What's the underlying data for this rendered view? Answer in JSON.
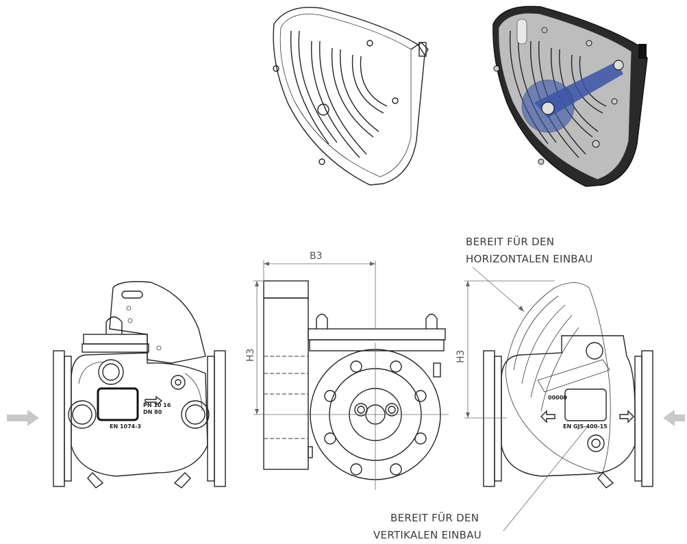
{
  "labels": {
    "horizontal_line1": "BEREIT FÜR DEN",
    "horizontal_line2": "HORIZONTALEN EINBAU",
    "vertical_line1": "BEREIT FÜR DEN",
    "vertical_line2": "VERTIKALEN EINBAU"
  },
  "dimensions": {
    "width": "B3",
    "height_left": "H3",
    "height_right": "H3"
  },
  "markings": {
    "pressure": "PN 10 16",
    "size": "DN 80",
    "standard": "EN 1074-3",
    "material": "EN GJS-400-15",
    "serial": "00000"
  },
  "colors": {
    "line": "#222222",
    "arrow": "#c8c8c8",
    "cover_dark": "#2a2a2a",
    "cover_glass": "#bdbdbd",
    "lever_blue": "#3a55a8"
  }
}
